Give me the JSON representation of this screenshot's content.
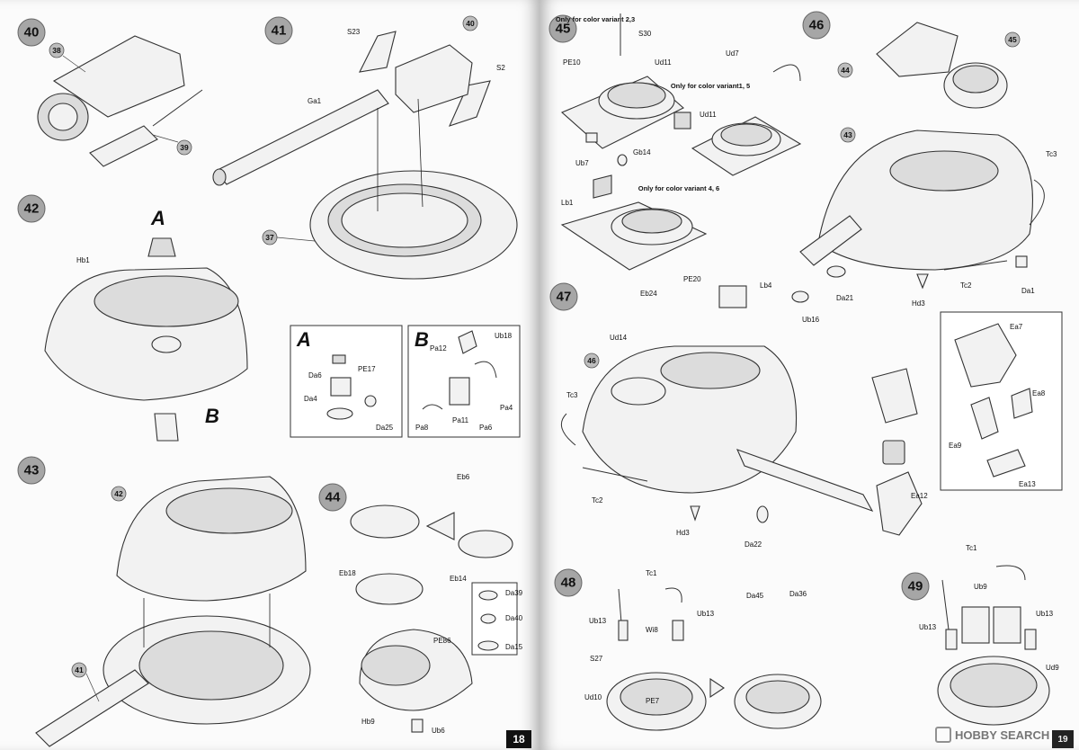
{
  "left_page": {
    "page_number": "18",
    "steps": [
      {
        "number": "40",
        "refs": [
          "38",
          "39"
        ],
        "labels": []
      },
      {
        "number": "41",
        "refs": [
          "40",
          "37"
        ],
        "labels": [
          "S23",
          "S2",
          "Ga1"
        ]
      },
      {
        "number": "42",
        "refs": [],
        "labels": [
          "Hb1"
        ],
        "callouts": [
          "A",
          "B"
        ]
      },
      {
        "number": "43",
        "refs": [
          "42",
          "41"
        ],
        "labels": []
      },
      {
        "number": "44",
        "refs": [],
        "labels": [
          "Eb6",
          "Eb18",
          "Eb14",
          "Da39",
          "Da40",
          "Da15",
          "PE86",
          "Hb9",
          "Ub6"
        ]
      }
    ],
    "detail_a": {
      "letter": "A",
      "labels": [
        "PE17",
        "Da6",
        "Da4",
        "Da25"
      ]
    },
    "detail_b": {
      "letter": "B",
      "labels": [
        "Ub18",
        "Pa12",
        "Pa4",
        "Pa11",
        "Pa6",
        "Pa8"
      ]
    }
  },
  "right_page": {
    "steps": [
      {
        "number": "45",
        "labels": [
          "S30",
          "PE10",
          "Ud11",
          "Ub7",
          "Gb14",
          "Lb1",
          "Ud7",
          "Ud11"
        ],
        "notes": [
          "Only for color variant 2,3",
          "Only for color variant1, 5",
          "Only for color variant 4, 6"
        ]
      },
      {
        "number": "46",
        "refs": [
          "44",
          "45",
          "43"
        ],
        "labels": [
          "Tc3",
          "Da21",
          "Ub16",
          "Hd3",
          "Tc2",
          "Da1"
        ]
      },
      {
        "number": "47",
        "refs": [
          "46"
        ],
        "labels": [
          "PE20",
          "Lb4",
          "Eb24",
          "Ud14",
          "Tc3",
          "Tc2",
          "Hd3",
          "Da22",
          "Ea12",
          "Ea7",
          "Ea8",
          "Ea9",
          "Ea13"
        ]
      },
      {
        "number": "48",
        "labels": [
          "Tc1",
          "Ub13",
          "Ub13",
          "Wi8",
          "S27",
          "Ud10",
          "PE7",
          "Da45",
          "Da36"
        ]
      },
      {
        "number": "49",
        "labels": [
          "Tc1",
          "Ub9",
          "Ub13",
          "Ub13",
          "Ud9"
        ]
      }
    ]
  },
  "watermark": "HOBBY SEARCH",
  "edge_page_number": "19"
}
